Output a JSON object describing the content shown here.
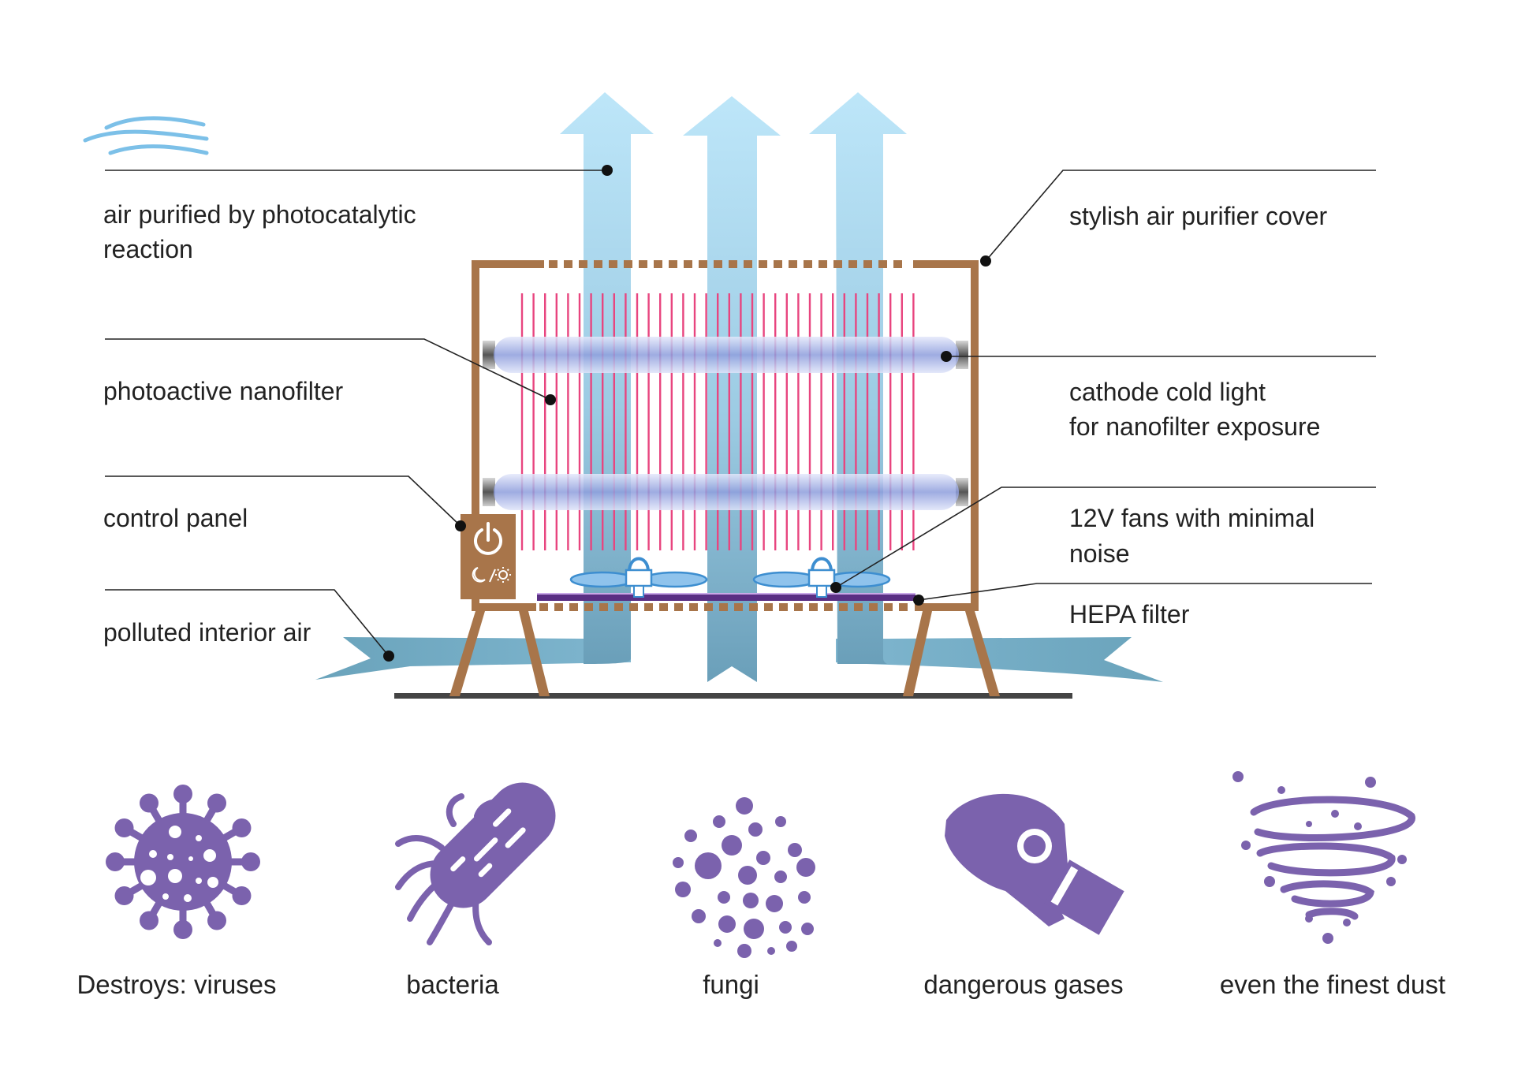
{
  "labels": {
    "air_purified_line1": "air purified by photocatalytic",
    "air_purified_line2": "reaction",
    "photoactive_nanofilter": "photoactive nanofilter",
    "control_panel": "control panel",
    "polluted_interior_air": "polluted interior air",
    "stylish_cover": "stylish air purifier cover",
    "cathode_line1": "cathode cold light",
    "cathode_line2": "for nanofilter exposure",
    "fans_line1": "12V fans with minimal",
    "fans_line2": "noise",
    "hepa_filter": "HEPA filter"
  },
  "captions": {
    "viruses": "Destroys: viruses",
    "bacteria": "bacteria",
    "fungi": "fungi",
    "gases": "dangerous gases",
    "dust": "even the finest dust"
  },
  "icons": [
    "air-waves-icon",
    "power-icon",
    "moon-sun-icon",
    "fan-icon",
    "virus-icon",
    "bacteria-icon",
    "fungi-spores-icon",
    "gas-mask-icon",
    "dust-tornado-icon"
  ],
  "colors": {
    "frame": "#a8754a",
    "nanofilter": "#e8457f",
    "air_arrow_top": "#b6e3f8",
    "air_arrow_bottom": "#6fa8c2",
    "uv_tube": "#8f9fdd",
    "fan": "#3d8ed0",
    "hepa": "#6a3d8f",
    "icon_purple": "#7b62ad",
    "floor": "#444444"
  }
}
